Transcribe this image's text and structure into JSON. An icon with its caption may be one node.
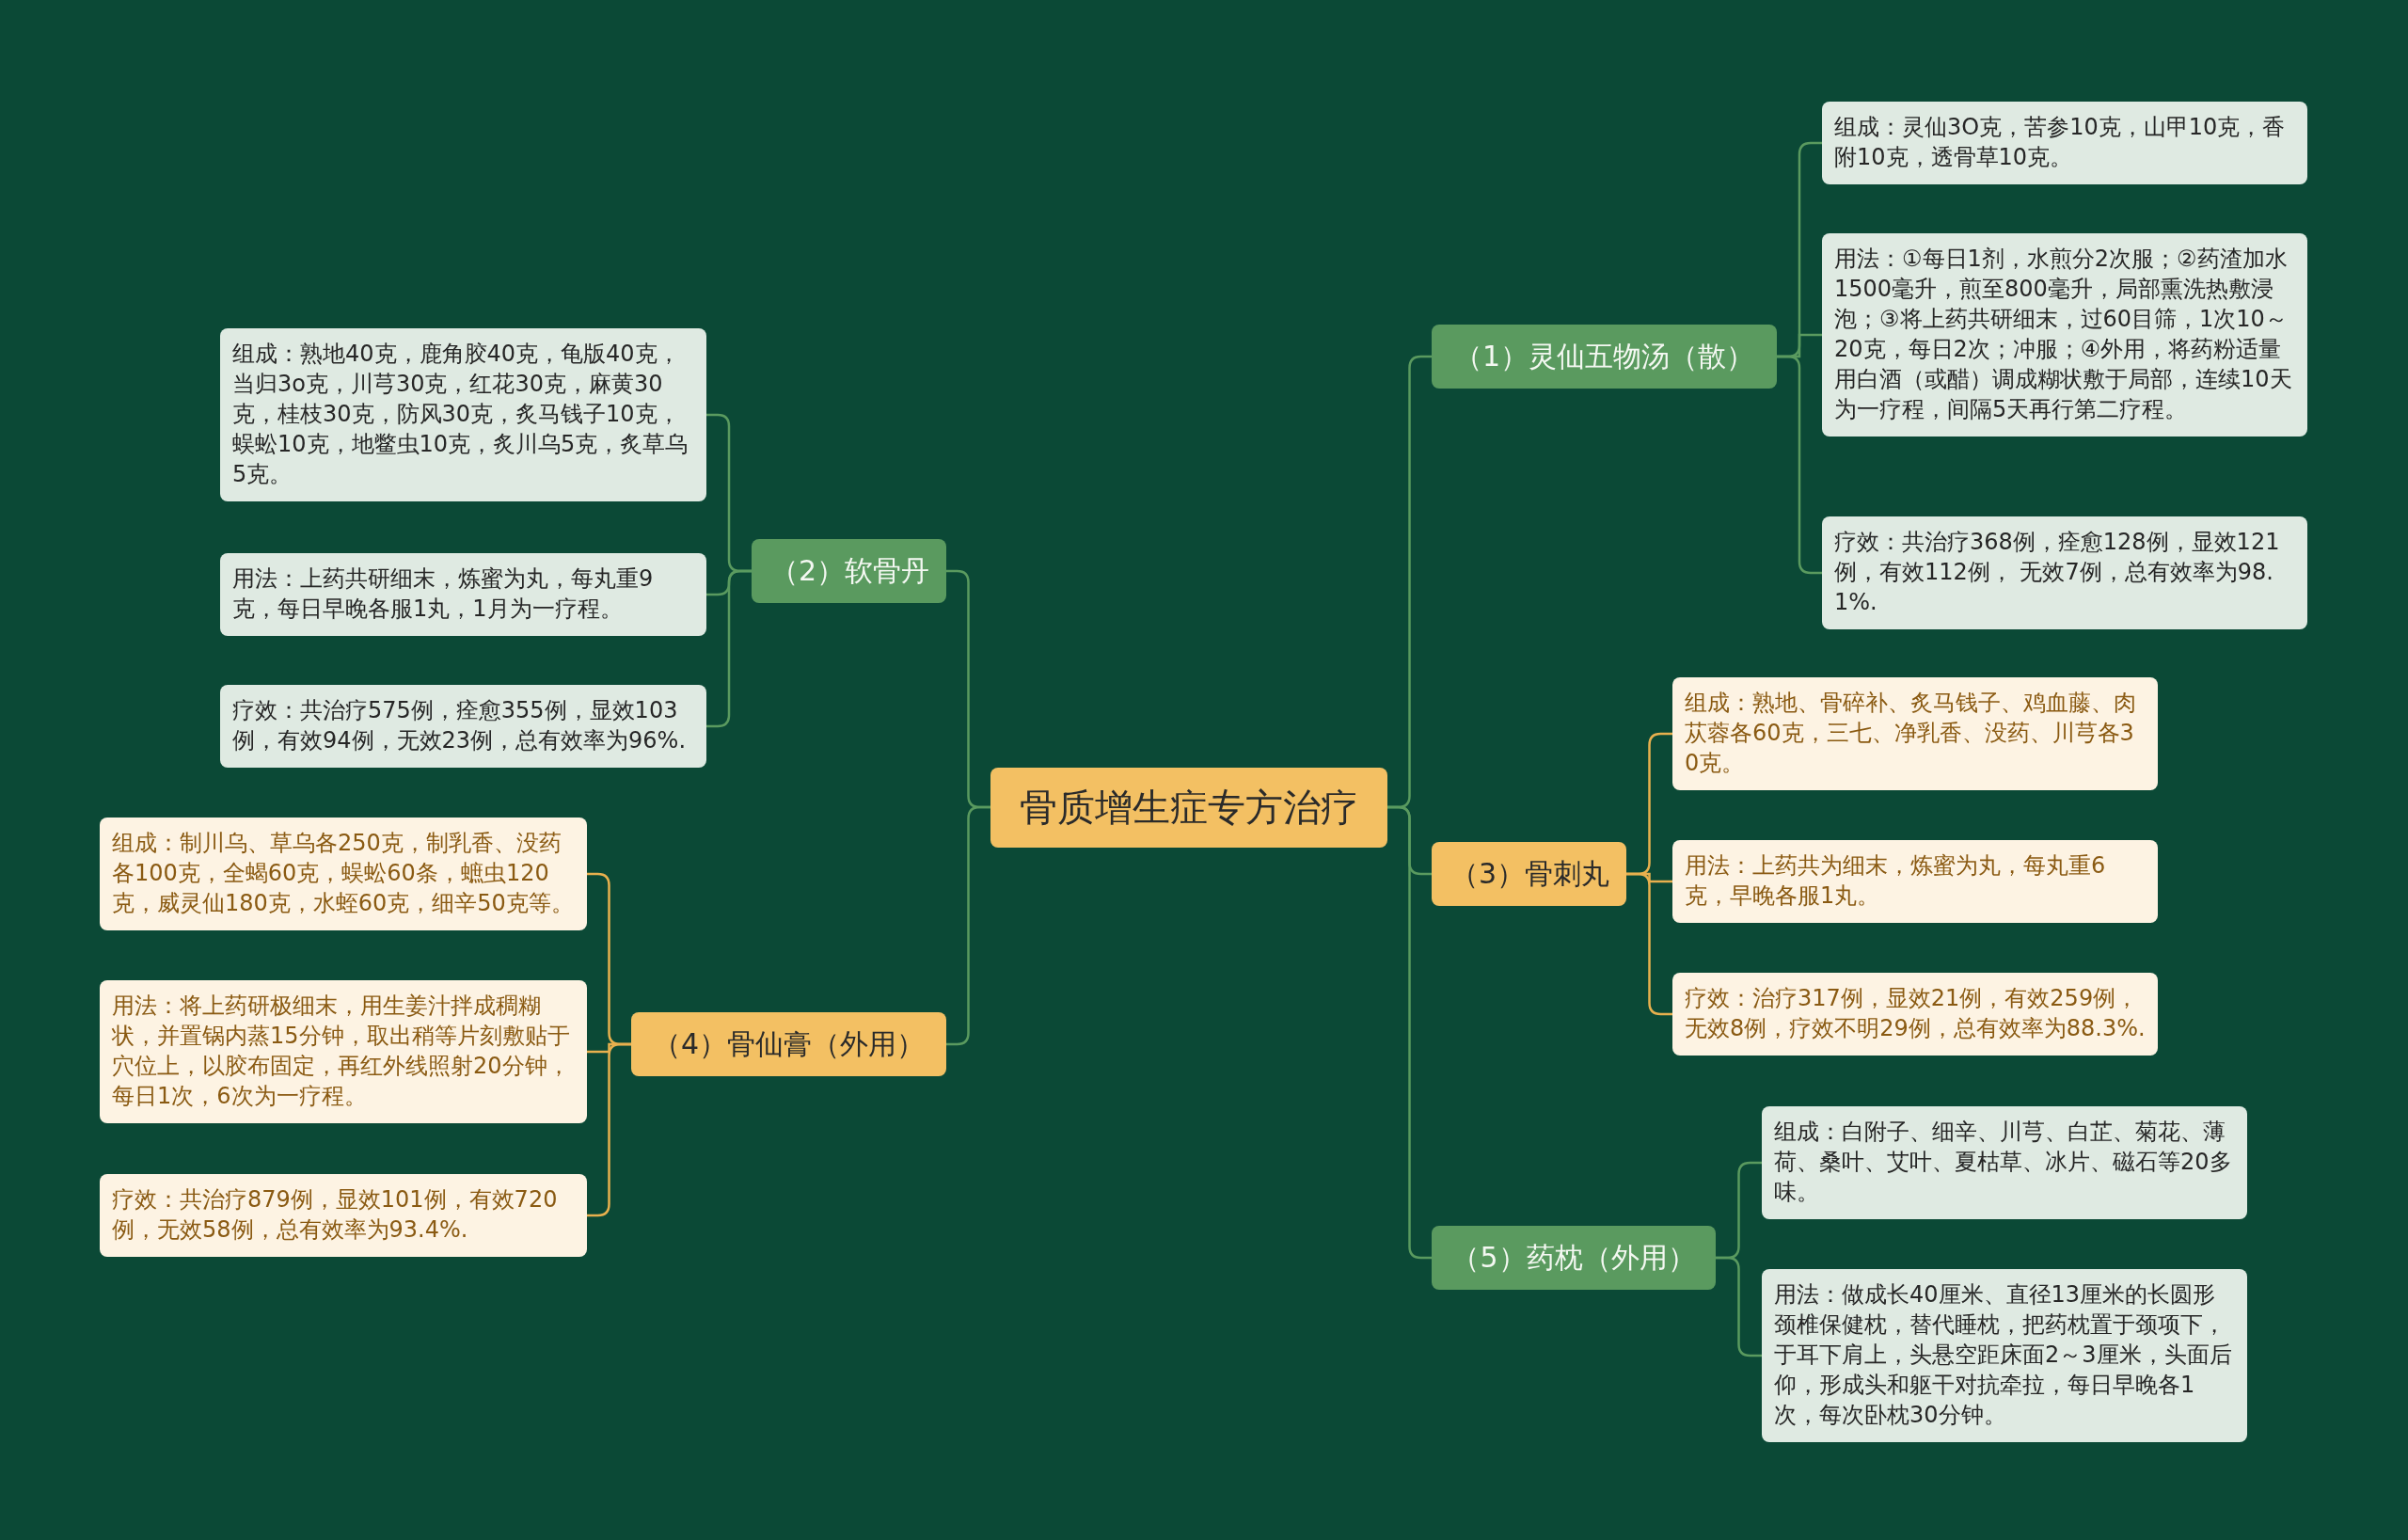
{
  "diagram": {
    "nodes": [
      {
        "text": [
          "骨质增生症专方治疗"
        ]
      },
      {
        "text": [
          "（1）灵仙五物汤（散）"
        ]
      },
      {
        "text": [
          "组成：灵仙3O克，苦参10克，山甲10克，香附10克，透骨草10克。"
        ]
      },
      {
        "text": [
          "用法：①每日1剂，水煎分2次服；②药渣加水1500毫升，煎至800毫升，局部熏洗热敷浸泡；③将上药共研细末，过60目筛，1次10～20克，每日2次；冲服；④外用，将药粉适量用白酒（或醋）调成糊状敷于局部，连续10天为一疗程，间隔5天再行第二疗程。"
        ]
      },
      {
        "text": [
          "疗效：共治疗368例，痊愈128例，显效121例，有效112例， 无效7例，总有效率为98.1%."
        ]
      },
      {
        "text": [
          "（2）软骨丹"
        ]
      },
      {
        "text": [
          "组成：熟地40克，鹿角胶40克，龟版40克，当归3o克，川芎30克，红花30克，麻黄30克，桂枝30克，防风30克，炙马钱子10克，蜈蚣10克，地鳖虫10克，炙川乌5克，炙草乌5克。"
        ]
      },
      {
        "text": [
          "用法：上药共研细末，炼蜜为丸，每丸重9克，每日早晚各服1丸，1月为一疗程。"
        ]
      },
      {
        "text": [
          "疗效：共治疗575例，痊愈355例，显效103例，有效94例，无效23例，总有效率为96%."
        ]
      },
      {
        "text": [
          "（3）骨刺丸"
        ]
      },
      {
        "text": [
          "组成：熟地、骨碎补、炙马钱子、鸡血藤、肉苁蓉各60克，三七、净乳香、没药、川芎各30克。"
        ]
      },
      {
        "text": [
          "用法：上药共为细末，炼蜜为丸，每丸重6克，早晚各服1丸。"
        ]
      },
      {
        "text": [
          "疗效：治疗317例，显效21例，有效259例，无效8例，疗效不明29例，总有效率为88.3%."
        ]
      },
      {
        "text": [
          "（4）骨仙膏（外用）"
        ]
      },
      {
        "text": [
          "组成：制川乌、草乌各250克，制乳香、没药各100克，全蝎60克，蜈蚣60条，蟅虫120克，威灵仙180克，水蛭60克，细辛50克等。"
        ]
      },
      {
        "text": [
          "用法：将上药研极细末，用生姜汁拌成稠糊状，并置锅内蒸15分钟，取出稍等片刻敷贴于穴位上，以胶布固定，再红外线照射20分钟，每日1次，6次为一疗程。"
        ]
      },
      {
        "text": [
          "疗效：共治疗879例，显效101例，有效720例，无效58例，总有效率为93.4%."
        ]
      },
      {
        "text": [
          "（5）药枕（外用）"
        ]
      },
      {
        "text": [
          "组成：白附子、细辛、川芎、白芷、菊花、薄荷、桑叶、艾叶、夏枯草、冰片、磁石等20多味。"
        ]
      },
      {
        "text": [
          "用法：做成长40厘米、直径13厘米的长圆形颈椎保健枕，替代睡枕，把药枕置于颈项下，于耳下肩上，头悬空距床面2～3厘米，头面后仰，形成头和躯干对抗牵拉，每日早晚各1次，每次卧枕30分钟。"
        ]
      }
    ],
    "edges": [
      {
        "from": 0,
        "to": 1,
        "arrow": "none"
      },
      {
        "from": 0,
        "to": 5,
        "arrow": "none"
      },
      {
        "from": 0,
        "to": 9,
        "arrow": "none"
      },
      {
        "from": 0,
        "to": 13,
        "arrow": "none"
      },
      {
        "from": 0,
        "to": 17,
        "arrow": "none"
      },
      {
        "from": 1,
        "to": 2,
        "arrow": "none"
      },
      {
        "from": 1,
        "to": 3,
        "arrow": "none"
      },
      {
        "from": 1,
        "to": 4,
        "arrow": "none"
      },
      {
        "from": 5,
        "to": 6,
        "arrow": "none"
      },
      {
        "from": 5,
        "to": 7,
        "arrow": "none"
      },
      {
        "from": 5,
        "to": 8,
        "arrow": "none"
      },
      {
        "from": 9,
        "to": 10,
        "arrow": "none",
        "color": "#e8b04e"
      },
      {
        "from": 9,
        "to": 11,
        "arrow": "none",
        "color": "#e8b04e"
      },
      {
        "from": 9,
        "to": 12,
        "arrow": "none",
        "color": "#e8b04e"
      },
      {
        "from": 13,
        "to": 14,
        "arrow": "none",
        "color": "#e8b04e"
      },
      {
        "from": 13,
        "to": 15,
        "arrow": "none",
        "color": "#e8b04e"
      },
      {
        "from": 13,
        "to": 16,
        "arrow": "none",
        "color": "#e8b04e"
      },
      {
        "from": 17,
        "to": 18,
        "arrow": "none"
      },
      {
        "from": 17,
        "to": 19,
        "arrow": "none"
      }
    ]
  }
}
